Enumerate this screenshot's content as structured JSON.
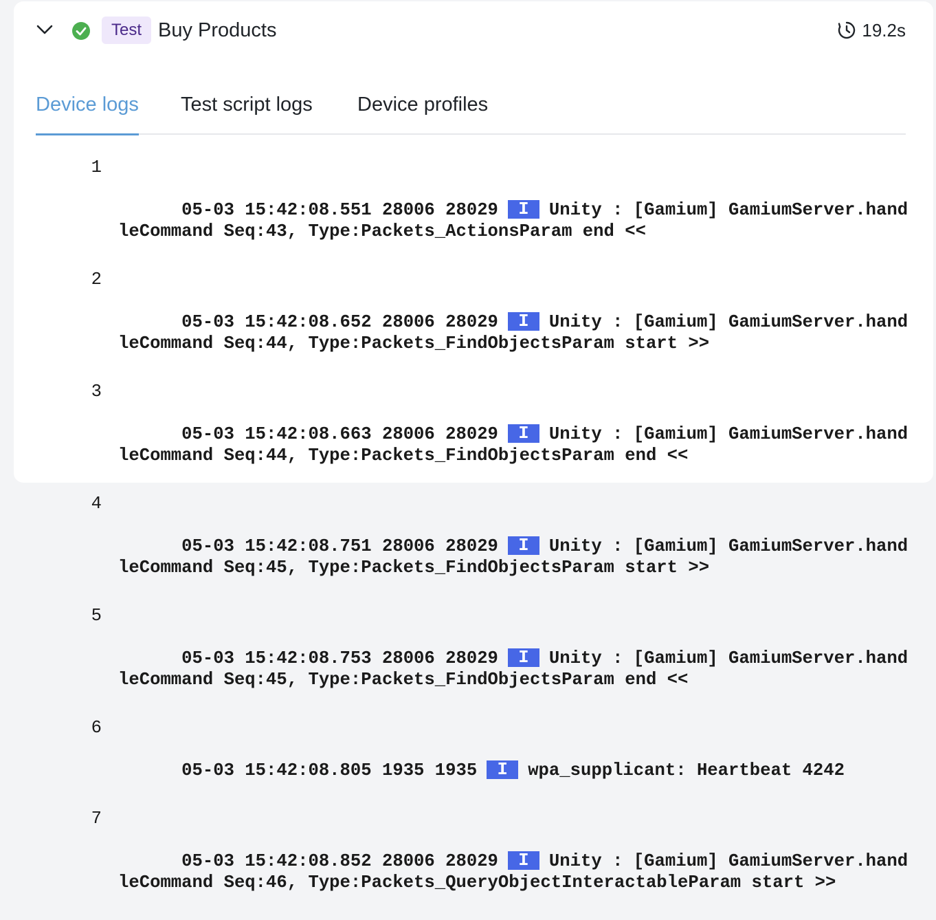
{
  "header": {
    "badge": "Test",
    "title": "Buy Products",
    "duration": "19.2s",
    "status": "passed",
    "status_color": "#4caf50"
  },
  "tabs": [
    {
      "label": "Device logs",
      "active": true
    },
    {
      "label": "Test script logs",
      "active": false
    },
    {
      "label": "Device profiles",
      "active": false
    }
  ],
  "logs": [
    {
      "no": "1",
      "prefix": "05-03 15:42:08.551 28006 28029",
      "level": "I",
      "message": "Unity : [Gamium] GamiumServer.handleCommand Seq:43, Type:Packets_ActionsParam end <<"
    },
    {
      "no": "2",
      "prefix": "05-03 15:42:08.652 28006 28029",
      "level": "I",
      "message": "Unity : [Gamium] GamiumServer.handleCommand Seq:44, Type:Packets_FindObjectsParam start >>"
    },
    {
      "no": "3",
      "prefix": "05-03 15:42:08.663 28006 28029",
      "level": "I",
      "message": "Unity : [Gamium] GamiumServer.handleCommand Seq:44, Type:Packets_FindObjectsParam end <<"
    },
    {
      "no": "4",
      "prefix": "05-03 15:42:08.751 28006 28029",
      "level": "I",
      "message": "Unity : [Gamium] GamiumServer.handleCommand Seq:45, Type:Packets_FindObjectsParam start >>"
    },
    {
      "no": "5",
      "prefix": "05-03 15:42:08.753 28006 28029",
      "level": "I",
      "message": "Unity : [Gamium] GamiumServer.handleCommand Seq:45, Type:Packets_FindObjectsParam end <<"
    },
    {
      "no": "6",
      "prefix": "05-03 15:42:08.805 1935 1935",
      "level": "I",
      "message": "wpa_supplicant: Heartbeat 4242"
    },
    {
      "no": "7",
      "prefix": "05-03 15:42:08.852 28006 28029",
      "level": "I",
      "message": "Unity : [Gamium] GamiumServer.handleCommand Seq:46, Type:Packets_QueryObjectInteractableParam start >>"
    }
  ],
  "colors": {
    "tab_active": "#5b9bd5",
    "level_badge": "#4767e6",
    "test_badge_bg": "#efe8fb"
  }
}
